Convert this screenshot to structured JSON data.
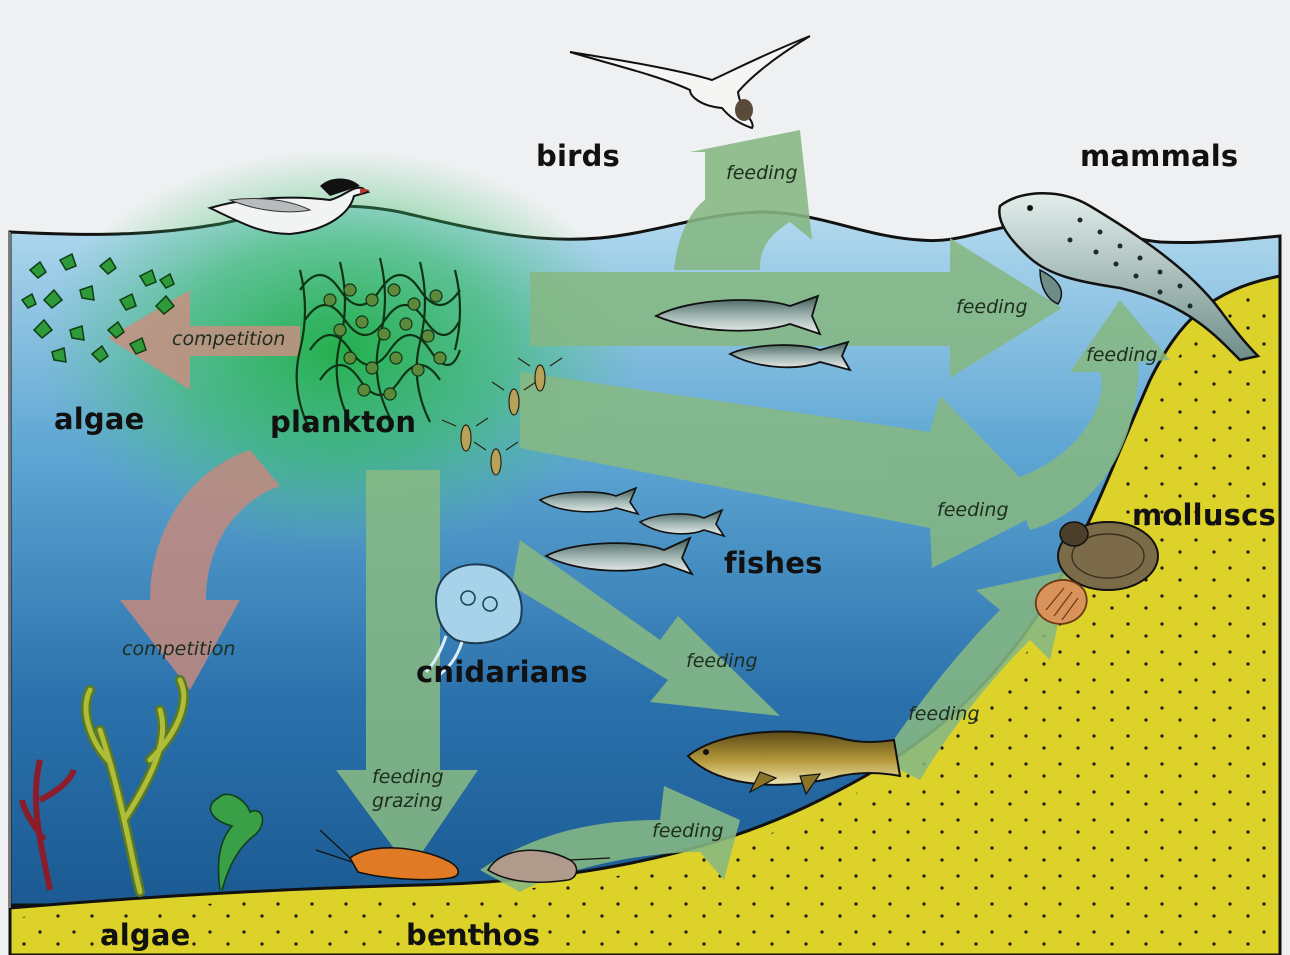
{
  "nodes": {
    "birds": "birds",
    "mammals": "mammals",
    "algae_surface": "algae",
    "plankton": "plankton",
    "molluscs": "molluscs",
    "fishes": "fishes",
    "cnidarians": "cnidarians",
    "algae_bottom": "algae",
    "benthos": "benthos"
  },
  "relations": {
    "competition": "competition",
    "feeding": "feeding",
    "grazing": "grazing"
  },
  "colors": {
    "sky": "#eef0f2",
    "water_top": "#a8d4ec",
    "water_bottom": "#1f5f97",
    "sand": "#dcd22a",
    "feeding_arrow": "#7fb27a",
    "competition_arrow": "#c98a7e",
    "plankton_glow": "#2fb84f"
  }
}
